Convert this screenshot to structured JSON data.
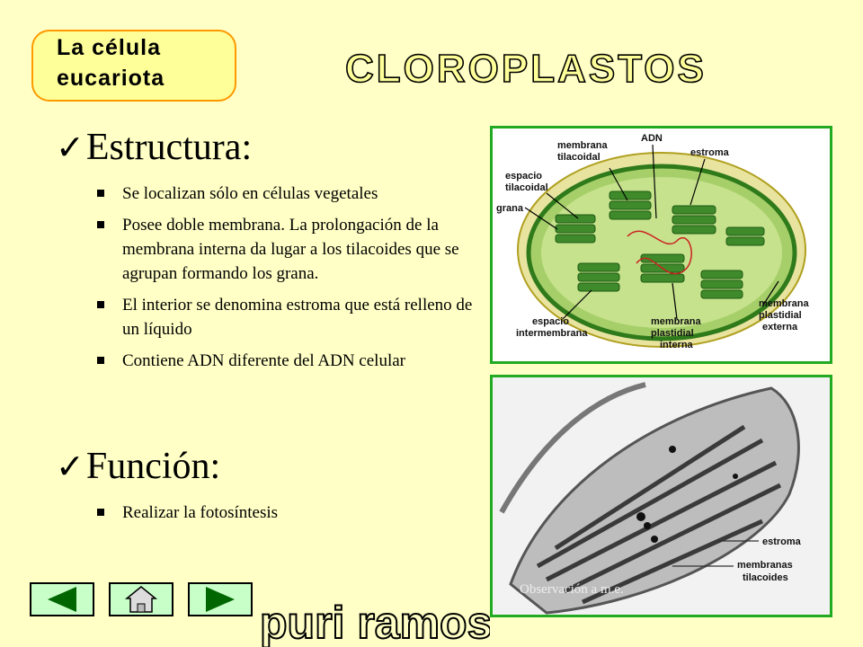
{
  "tag": {
    "line1": "La célula",
    "line2": "eucariota"
  },
  "title": "Cloroplastos",
  "sections": [
    {
      "heading": "Estructura:",
      "items": [
        "Se localizan sólo en células vegetales",
        "Posee doble membrana. La prolongación de la membrana interna da lugar a los tilacoides que se agrupan formando los grana.",
        "El interior se denomina estroma que está relleno de un líquido",
        "Contiene ADN diferente del ADN celular"
      ]
    },
    {
      "heading": "Función:",
      "items": [
        "Realizar la fotosíntesis"
      ]
    }
  ],
  "diagram": {
    "labels": {
      "adn": "ADN",
      "estroma": "estroma",
      "membrana_tilacoidal_1": "membrana",
      "membrana_tilacoidal_2": "tilacoidal",
      "espacio_tilacoidal_1": "espacio",
      "espacio_tilacoidal_2": "tilacoidal",
      "grana": "grana",
      "espacio_inter_1": "espacio",
      "espacio_inter_2": "intermembrana",
      "mpi_1": "membrana",
      "mpi_2": "plastidial",
      "mpi_3": "interna",
      "mpe_1": "membrana",
      "mpe_2": "plastidial",
      "mpe_3": "externa"
    }
  },
  "micrograph": {
    "labels": {
      "estroma": "estroma",
      "membranas_1": "membranas",
      "membranas_2": "tilacoides"
    },
    "caption": "Observación a m.e."
  },
  "nav": {
    "prev": "previous-arrow-icon",
    "home": "home-icon",
    "next": "next-arrow-icon"
  },
  "signature": "puri ramos",
  "colors": {
    "background": "#ffffc6",
    "tag_fill": "#ffff99",
    "tag_border": "#ff9900",
    "frame": "#22aa22",
    "nav_fill": "#c8ffc8",
    "arrow": "#006600"
  }
}
